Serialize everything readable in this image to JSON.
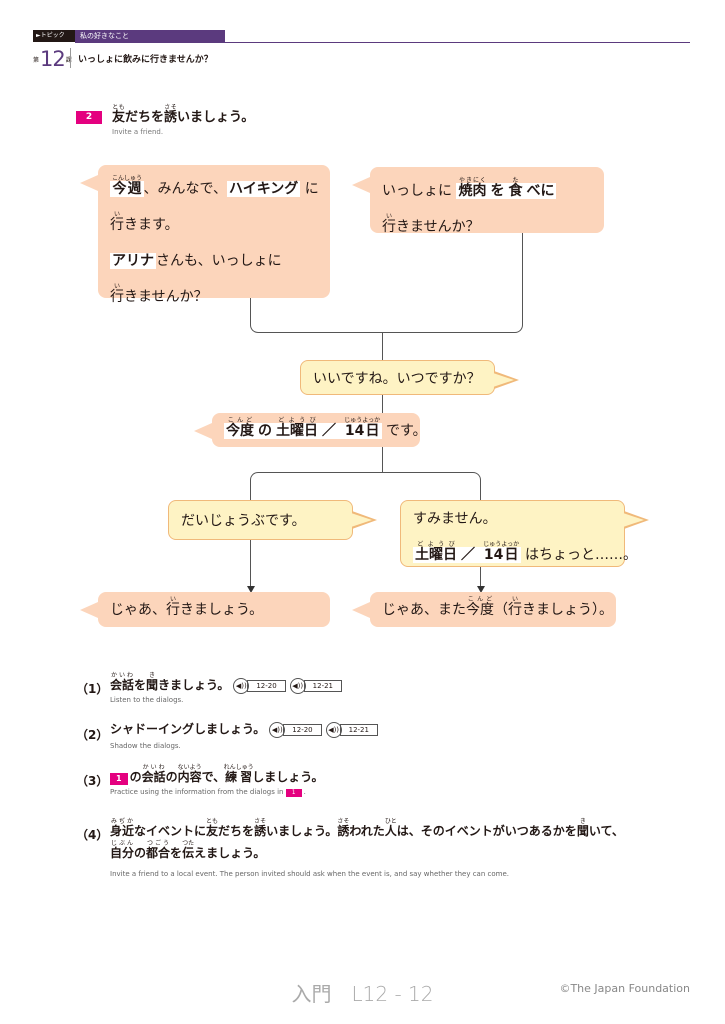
{
  "header": {
    "topic_tag": "►トピック",
    "topic": "私の好きなこと",
    "lesson_prefix": "第",
    "lesson_number": "12",
    "lesson_suffix": "課",
    "lesson_title": "いっしょに飲みに行きませんか？"
  },
  "section": {
    "number": "2",
    "title": [
      {
        "t": "友",
        "r": "とも"
      },
      {
        "t": "だちを"
      },
      {
        "t": "誘",
        "r": "さそ"
      },
      {
        "t": "いましょう。"
      }
    ],
    "subtitle": "Invite a friend."
  },
  "bubbles": [
    {
      "lines": [
        [
          {
            "t": "今週",
            "r": "こんしゅう",
            "hl": true
          },
          {
            "t": "、みんなで、"
          },
          {
            "t": "ハイキング",
            "hl": true
          },
          {
            "t": " に"
          }
        ],
        [
          {
            "t": "行",
            "r": "い"
          },
          {
            "t": "きます。"
          }
        ],
        [
          {
            "t": "アリナ",
            "hl": true
          },
          {
            "t": "さんも、いっしょに"
          }
        ],
        [
          {
            "t": "行",
            "r": "い"
          },
          {
            "t": "きませんか？"
          }
        ]
      ]
    },
    {
      "lines": [
        [
          {
            "t": "いっしょに "
          },
          {
            "t": "焼肉",
            "r": "やきにく",
            "hl": true
          },
          {
            "t": "を",
            "hl": true
          },
          {
            "t": "食",
            "r": "た",
            "hl": true
          },
          {
            "t": "べに",
            "hl": true
          }
        ],
        [
          {
            "t": "行",
            "r": "い"
          },
          {
            "t": "きませんか？"
          }
        ]
      ]
    },
    {
      "lines": [
        [
          {
            "t": "いいですね。いつですか？"
          }
        ]
      ]
    },
    {
      "lines": [
        [
          {
            "t": "今度",
            "r": "こんど",
            "hl": true
          },
          {
            "t": "の",
            "hl": true
          },
          {
            "t": "土曜日",
            "r": "どようび",
            "hl": true
          },
          {
            "t": "／ ",
            "hl": true
          },
          {
            "t": "14日",
            "r": "じゅうよっか",
            "hl": true
          },
          {
            "t": " です。"
          }
        ]
      ]
    },
    {
      "lines": [
        [
          {
            "t": "だいじょうぶです。"
          }
        ]
      ]
    },
    {
      "lines": [
        [
          {
            "t": "すみません。"
          }
        ],
        [
          {
            "t": "土曜日",
            "r": "どようび",
            "hl": true
          },
          {
            "t": "／ ",
            "hl": true
          },
          {
            "t": "14日",
            "r": "じゅうよっか",
            "hl": true
          },
          {
            "t": " はちょっと……。"
          }
        ]
      ]
    },
    {
      "lines": [
        [
          {
            "t": "じゃあ、"
          },
          {
            "t": "行",
            "r": "い"
          },
          {
            "t": "きましょう。"
          }
        ]
      ]
    },
    {
      "lines": [
        [
          {
            "t": "じゃあ、また"
          },
          {
            "t": "今度",
            "r": "こんど"
          },
          {
            "t": "（"
          },
          {
            "t": "行",
            "r": "い"
          },
          {
            "t": "きましょう）。"
          }
        ]
      ]
    }
  ],
  "exercises": [
    {
      "num": "（1）",
      "text": [
        {
          "t": "会話",
          "r": "かいわ"
        },
        {
          "t": "を"
        },
        {
          "t": "聞",
          "r": "き"
        },
        {
          "t": "きましょう。"
        }
      ],
      "audio": [
        "12-20",
        "12-21"
      ],
      "en": "Listen to the dialogs."
    },
    {
      "num": "（2）",
      "text": [
        {
          "t": "シャドーイングしましょう。"
        }
      ],
      "audio": [
        "12-20",
        "12-21"
      ],
      "en": "Shadow the dialogs."
    },
    {
      "num": "（3）",
      "text": [
        {
          "t": "1",
          "box": true
        },
        {
          "t": "の"
        },
        {
          "t": "会話",
          "r": "かいわ"
        },
        {
          "t": "の"
        },
        {
          "t": "内容",
          "r": "ないよう"
        },
        {
          "t": "で、"
        },
        {
          "t": "練習",
          "r": "れんしゅう"
        },
        {
          "t": "しましょう。"
        }
      ],
      "audio": [],
      "en": "Practice using the information from the dialogs in",
      "en_box": "1"
    },
    {
      "num": "（4）",
      "text": [
        {
          "t": "身近",
          "r": "みぢか"
        },
        {
          "t": "なイベントに"
        },
        {
          "t": "友",
          "r": "とも"
        },
        {
          "t": "だちを"
        },
        {
          "t": "誘",
          "r": "さそ"
        },
        {
          "t": "いましょう。"
        },
        {
          "t": "誘",
          "r": "さそ"
        },
        {
          "t": "われた"
        },
        {
          "t": "人",
          "r": "ひと"
        },
        {
          "t": "は、そのイベントがいつあるかを"
        },
        {
          "t": "聞",
          "r": "き"
        },
        {
          "t": "いて、"
        }
      ],
      "text2": [
        {
          "t": "自分",
          "r": "じぶん"
        },
        {
          "t": "の"
        },
        {
          "t": "都合",
          "r": "つごう"
        },
        {
          "t": "を"
        },
        {
          "t": "伝",
          "r": "つた"
        },
        {
          "t": "えましょう。"
        }
      ],
      "audio": [],
      "en": "Invite a friend to a local event. The person invited should ask when the event is, and say whether they can come."
    }
  ],
  "footer": {
    "page": "入門　L12 - 12",
    "copyright": "©The Japan Foundation"
  }
}
